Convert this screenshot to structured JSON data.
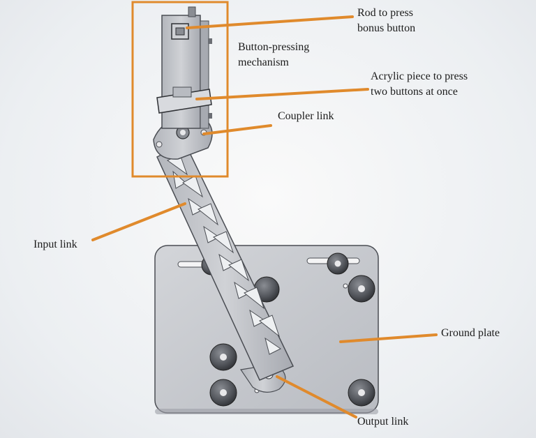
{
  "colors": {
    "callout": "#e08a2c",
    "metal": "#c9cbd0",
    "metal_dark": "#9c9fa6",
    "edge": "#4a4d53"
  },
  "labels": {
    "rod": [
      "Rod to press",
      "bonus button"
    ],
    "button_mech": [
      "Button-pressing",
      "mechanism"
    ],
    "acrylic": [
      "Acrylic piece to press",
      "two buttons at once"
    ],
    "coupler": "Coupler link",
    "input": "Input link",
    "ground": "Ground plate",
    "output": "Output link"
  }
}
